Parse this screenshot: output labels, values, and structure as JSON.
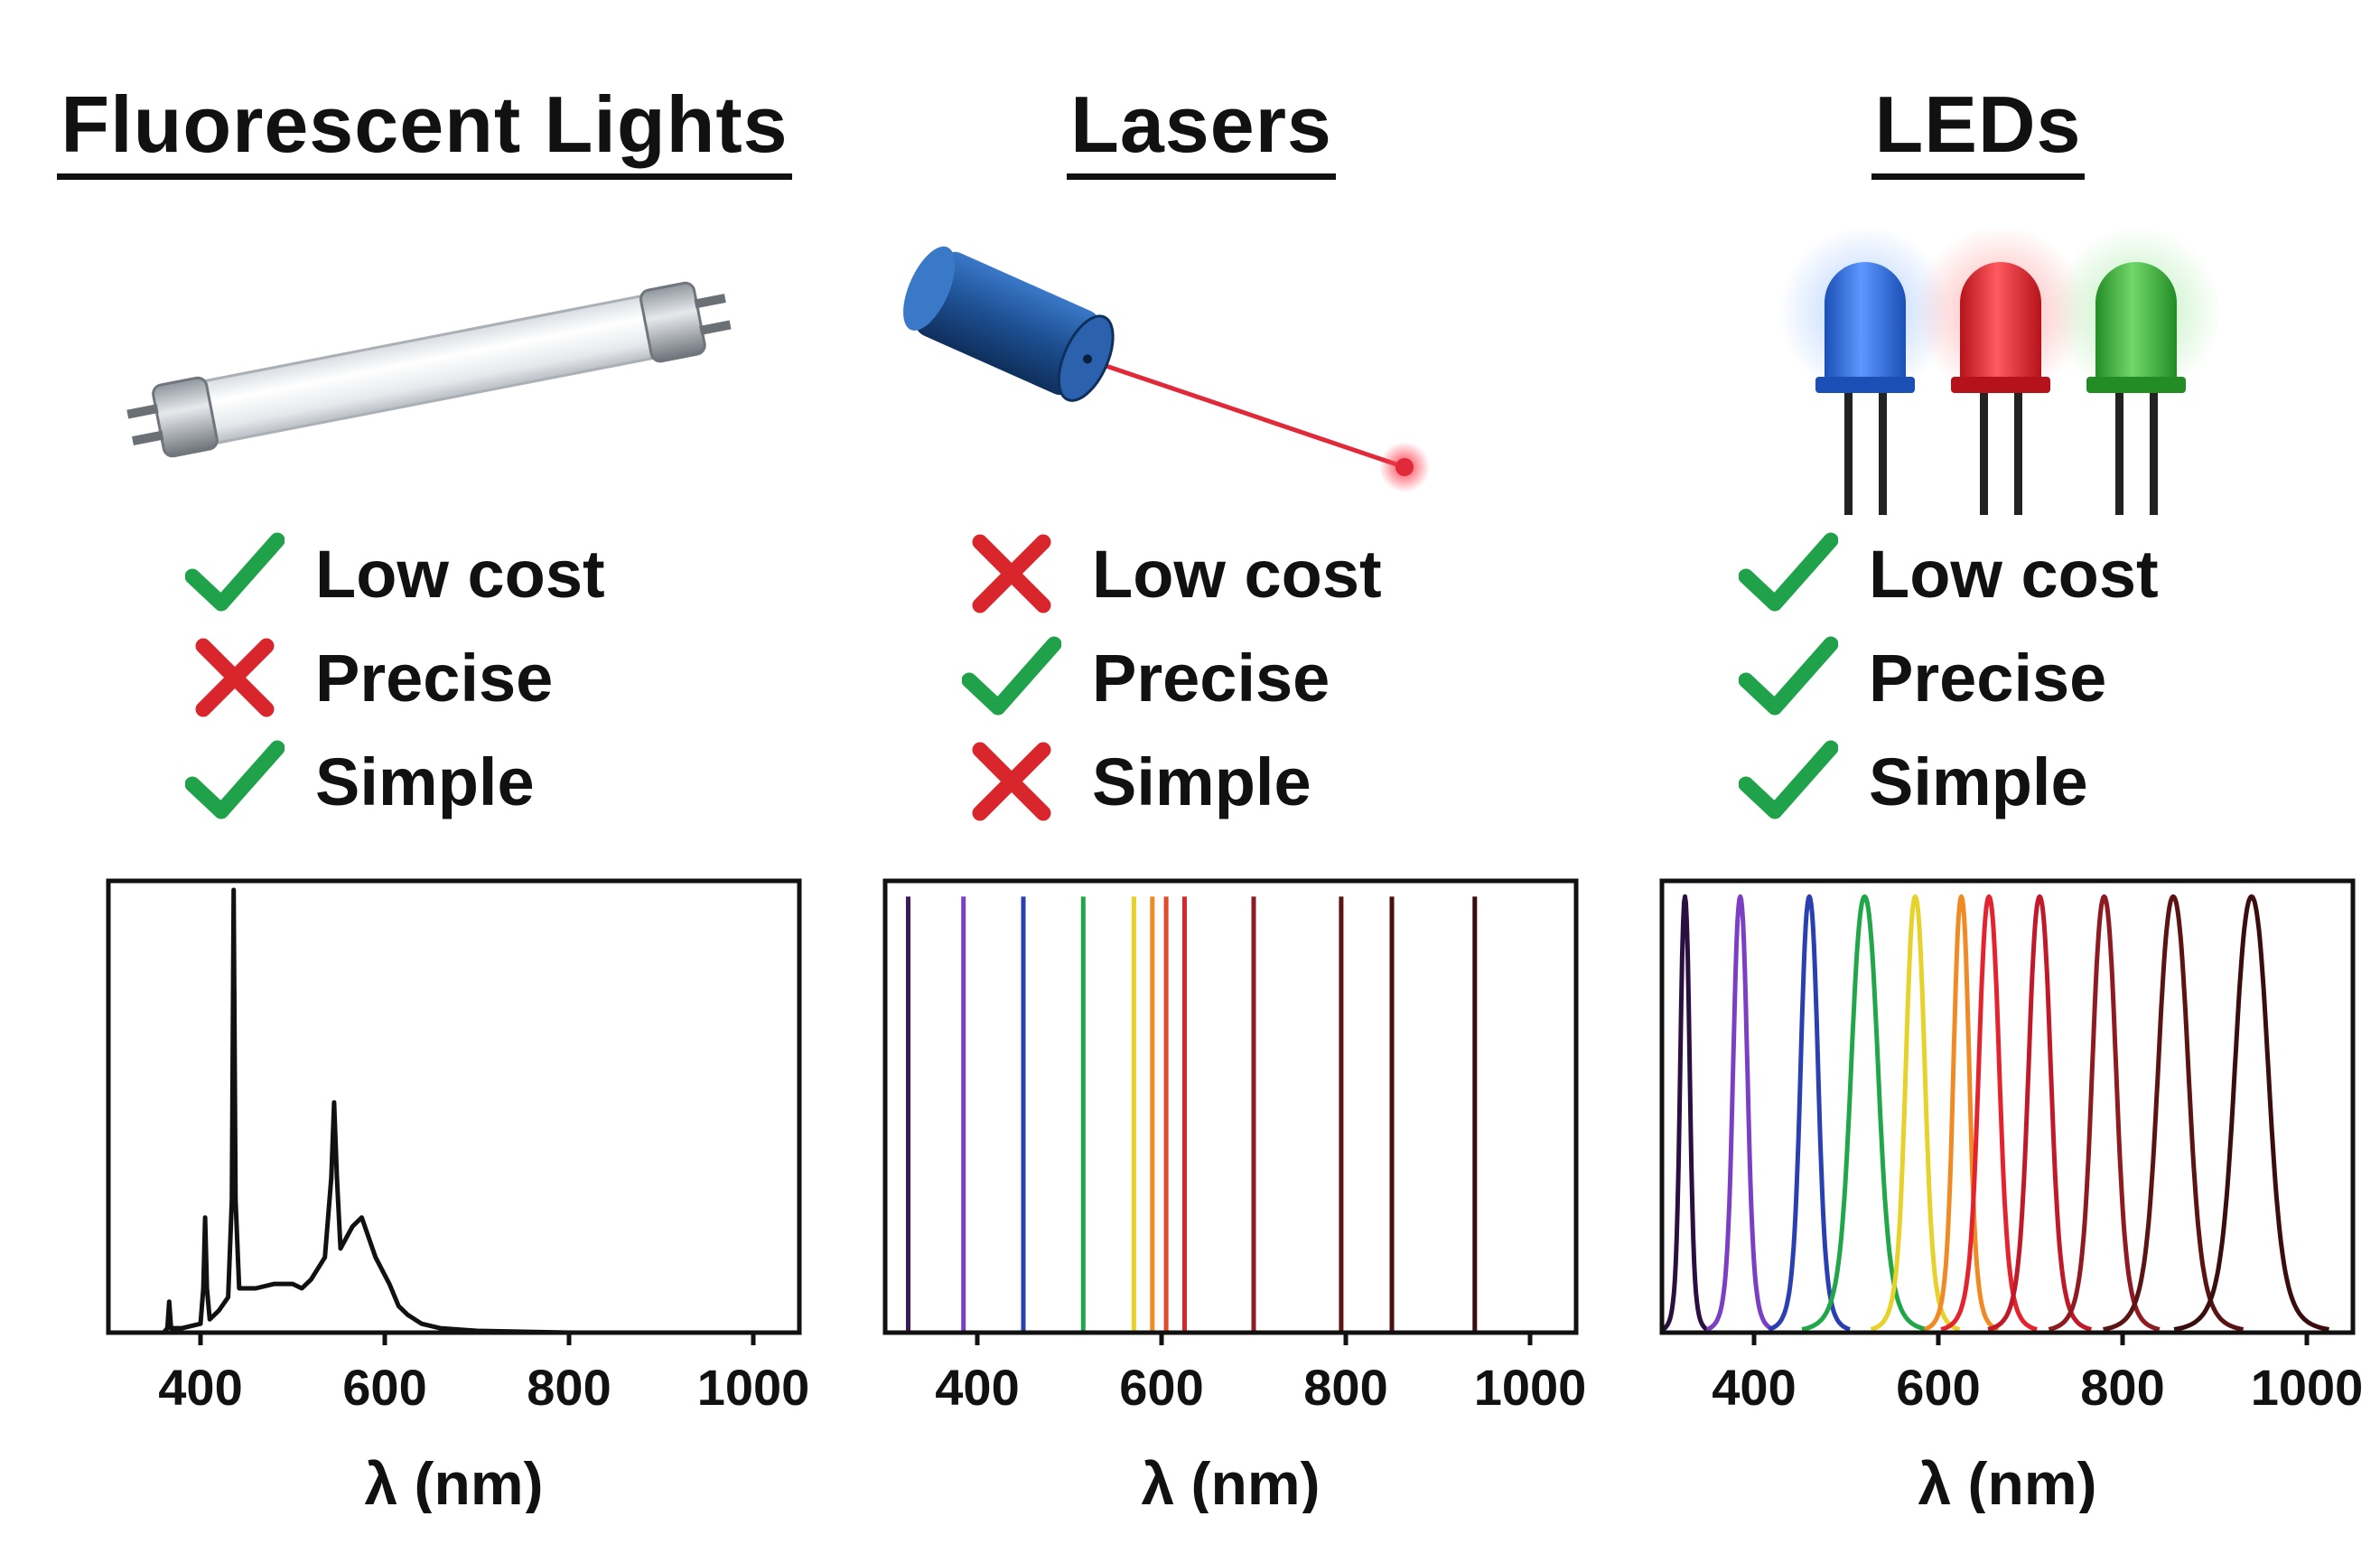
{
  "columns": [
    {
      "title": "Fluorescent Lights",
      "illustration": "fluorescent-tube",
      "features": [
        {
          "label": "Low cost",
          "status": "yes",
          "icon": "check-icon"
        },
        {
          "label": "Precise",
          "status": "no",
          "icon": "cross-icon"
        },
        {
          "label": "Simple",
          "status": "yes",
          "icon": "check-icon"
        }
      ]
    },
    {
      "title": "Lasers",
      "illustration": "laser-pointer",
      "features": [
        {
          "label": "Low cost",
          "status": "no",
          "icon": "cross-icon"
        },
        {
          "label": "Precise",
          "status": "yes",
          "icon": "check-icon"
        },
        {
          "label": "Simple",
          "status": "no",
          "icon": "cross-icon"
        }
      ]
    },
    {
      "title": "LEDs",
      "illustration": "led-bulbs",
      "features": [
        {
          "label": "Low cost",
          "status": "yes",
          "icon": "check-icon"
        },
        {
          "label": "Precise",
          "status": "yes",
          "icon": "check-icon"
        },
        {
          "label": "Simple",
          "status": "yes",
          "icon": "check-icon"
        }
      ]
    }
  ],
  "colors": {
    "check": "#1fa24a",
    "cross": "#d9262c",
    "led_blue": "#2a6fd6",
    "led_red": "#e3232d",
    "led_green": "#3fb43c",
    "laser_body": "#1d4f91",
    "laser_beam": "#e02a3a"
  },
  "chart_data": [
    {
      "type": "line",
      "name": "fluorescent-spectrum",
      "xlabel": "λ (nm)",
      "ylabel": "",
      "xlim": [
        300,
        1050
      ],
      "ylim": [
        0,
        1
      ],
      "xticks": [
        400,
        600,
        800,
        1000
      ],
      "grid": false,
      "series": [
        {
          "color": "#111111",
          "points": [
            [
              300,
              0
            ],
            [
              360,
              0
            ],
            [
              364,
              0.01
            ],
            [
              366,
              0.07
            ],
            [
              368,
              0.01
            ],
            [
              380,
              0.01
            ],
            [
              400,
              0.02
            ],
            [
              403,
              0.1
            ],
            [
              405,
              0.26
            ],
            [
              407,
              0.1
            ],
            [
              410,
              0.03
            ],
            [
              420,
              0.05
            ],
            [
              430,
              0.08
            ],
            [
              434,
              0.3
            ],
            [
              436,
              1.0
            ],
            [
              438,
              0.3
            ],
            [
              442,
              0.1
            ],
            [
              460,
              0.1
            ],
            [
              480,
              0.11
            ],
            [
              500,
              0.11
            ],
            [
              510,
              0.1
            ],
            [
              520,
              0.12
            ],
            [
              535,
              0.17
            ],
            [
              542,
              0.35
            ],
            [
              545,
              0.52
            ],
            [
              548,
              0.35
            ],
            [
              552,
              0.19
            ],
            [
              565,
              0.24
            ],
            [
              575,
              0.26
            ],
            [
              580,
              0.23
            ],
            [
              590,
              0.17
            ],
            [
              605,
              0.11
            ],
            [
              615,
              0.06
            ],
            [
              625,
              0.04
            ],
            [
              640,
              0.02
            ],
            [
              660,
              0.01
            ],
            [
              700,
              0.004
            ],
            [
              800,
              0
            ],
            [
              1050,
              0
            ]
          ]
        }
      ]
    },
    {
      "type": "line",
      "name": "laser-spectrum",
      "xlabel": "λ (nm)",
      "ylabel": "",
      "xlim": [
        300,
        1050
      ],
      "ylim": [
        0,
        1
      ],
      "xticks": [
        400,
        600,
        800,
        1000
      ],
      "grid": false,
      "lines": [
        {
          "x": 325,
          "color": "#3b1a5a"
        },
        {
          "x": 385,
          "color": "#7b3fc4"
        },
        {
          "x": 450,
          "color": "#2a3fb0"
        },
        {
          "x": 515,
          "color": "#21a64a"
        },
        {
          "x": 570,
          "color": "#e6d22a"
        },
        {
          "x": 590,
          "color": "#f08a24"
        },
        {
          "x": 605,
          "color": "#e14a2a"
        },
        {
          "x": 625,
          "color": "#d9262c"
        },
        {
          "x": 700,
          "color": "#8e1a22"
        },
        {
          "x": 795,
          "color": "#5a1414"
        },
        {
          "x": 850,
          "color": "#4a1010"
        },
        {
          "x": 940,
          "color": "#3a0e0e"
        }
      ]
    },
    {
      "type": "line",
      "name": "led-spectrum",
      "xlabel": "λ (nm)",
      "ylabel": "",
      "xlim": [
        300,
        1050
      ],
      "ylim": [
        0,
        1
      ],
      "xticks": [
        400,
        600,
        800,
        1000
      ],
      "grid": false,
      "peaks": [
        {
          "x": 325,
          "width": 6,
          "color": "#2a1040"
        },
        {
          "x": 385,
          "width": 9,
          "color": "#7b3fc4"
        },
        {
          "x": 460,
          "width": 11,
          "color": "#2a3fb0"
        },
        {
          "x": 520,
          "width": 17,
          "color": "#21a64a"
        },
        {
          "x": 575,
          "width": 12,
          "color": "#e6d22a"
        },
        {
          "x": 625,
          "width": 10,
          "color": "#f08a24"
        },
        {
          "x": 655,
          "width": 13,
          "color": "#e3232d"
        },
        {
          "x": 710,
          "width": 14,
          "color": "#c01a2a"
        },
        {
          "x": 780,
          "width": 15,
          "color": "#8e1a22"
        },
        {
          "x": 855,
          "width": 19,
          "color": "#5a1414"
        },
        {
          "x": 940,
          "width": 21,
          "color": "#3a0e0e"
        }
      ]
    }
  ]
}
